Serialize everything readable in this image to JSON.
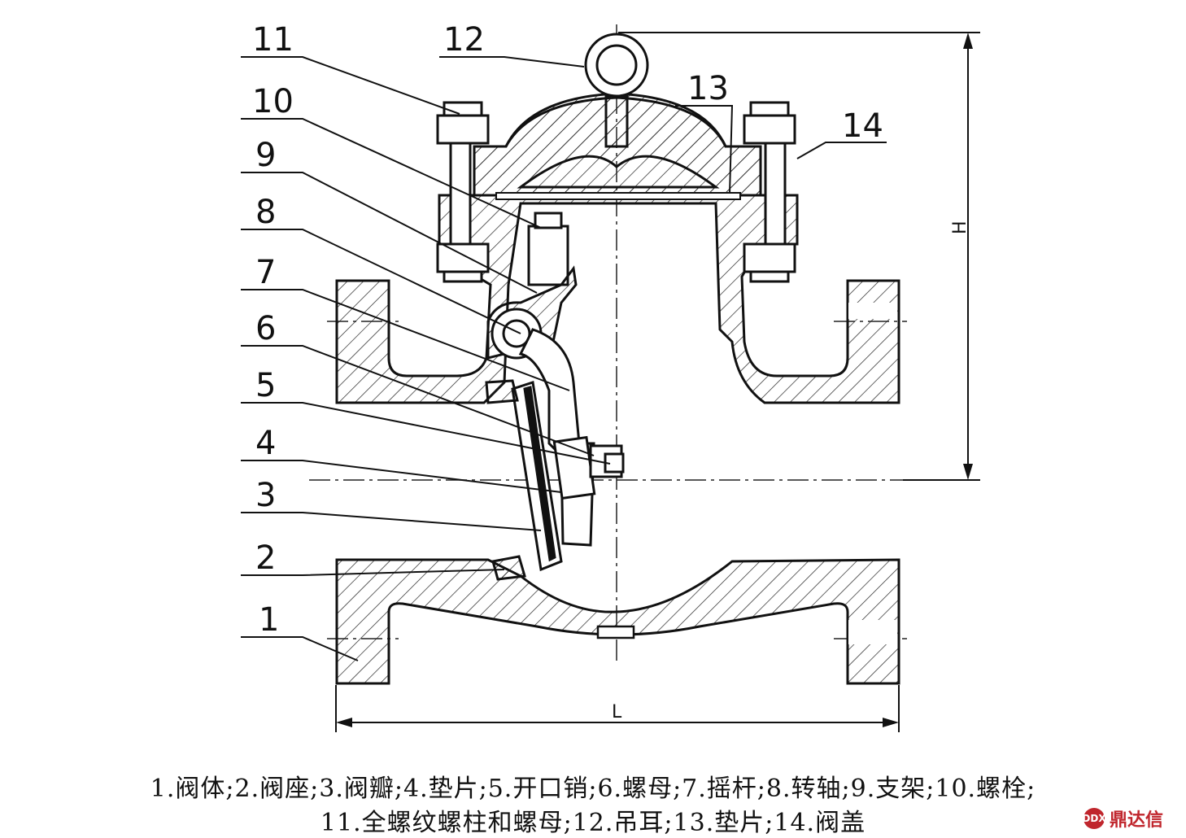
{
  "callouts": [
    "1",
    "2",
    "3",
    "4",
    "5",
    "6",
    "7",
    "8",
    "9",
    "10",
    "11",
    "12",
    "13",
    "14"
  ],
  "dimensions": {
    "length": "L",
    "height": "H"
  },
  "caption": {
    "line1": "1.阀体;2.阀座;3.阀瓣;4.垫片;5.开口销;6.螺母;7.摇杆;8.转轴;9.支架;10.螺栓;",
    "line2": "11.全螺纹螺柱和螺母;12.吊耳;13.垫片;14.阀盖"
  },
  "watermark": {
    "text": "鼎达信",
    "logo_text": "DDX",
    "color": "#c0262d"
  }
}
